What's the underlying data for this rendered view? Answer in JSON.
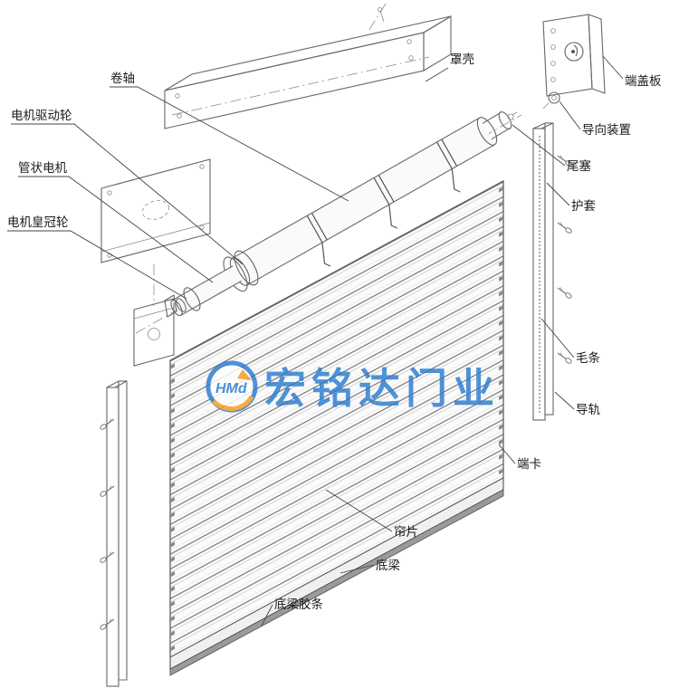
{
  "watermark": {
    "logo_text": "HMd",
    "brand_text": "宏铭达门业",
    "brand_color": "#2a7cd0",
    "accent_orange": "#f59a1d"
  },
  "labels": {
    "roller_shaft": "卷轴",
    "cover_shell": "罩壳",
    "end_cover_plate": "端盖板",
    "guide_device": "导向装置",
    "tail_plug": "尾塞",
    "sheath": "护套",
    "motor_drive_wheel": "电机驱动轮",
    "tubular_motor": "管状电机",
    "motor_crown_wheel": "电机皇冠轮",
    "brush_strip": "毛条",
    "guide_rail": "导轨",
    "end_clip": "端卡",
    "curtain_slat": "帘片",
    "bottom_beam": "底梁",
    "bottom_beam_rubber": "底梁胶条"
  }
}
